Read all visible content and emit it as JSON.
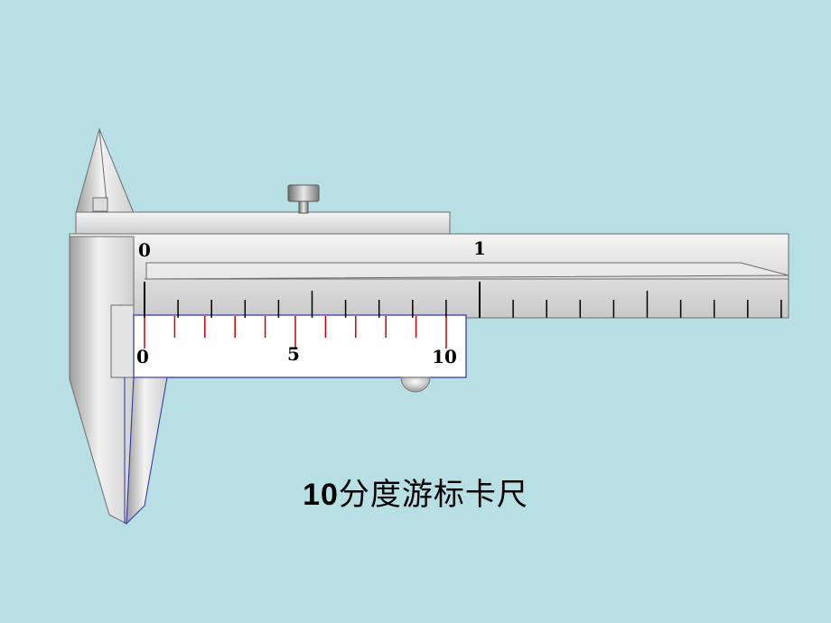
{
  "colors": {
    "background": "#b8dfe3",
    "metal_light": "#f7f7f7",
    "metal_dark": "#a9a9a9",
    "outline": "#6c6c6c",
    "vernier_outline": "#2b2fa6",
    "vernier_tick": "#cc0000",
    "tick": "#000000"
  },
  "main_scale": {
    "labels": [
      "0",
      "1"
    ],
    "tick_count": 20
  },
  "vernier_scale": {
    "labels": [
      "0",
      "5",
      "10"
    ],
    "divisions": 10
  },
  "caption": {
    "number": "10",
    "text": "分度游标卡尺"
  }
}
